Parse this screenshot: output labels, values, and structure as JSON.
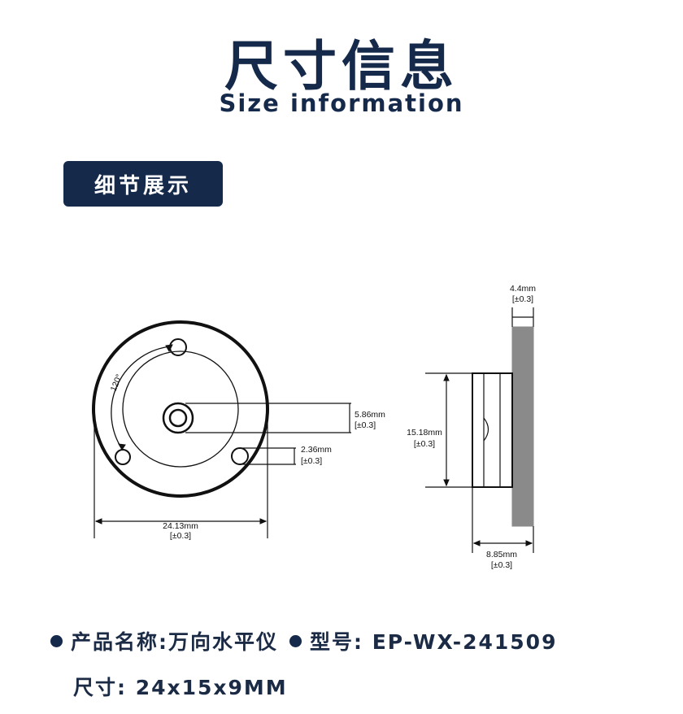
{
  "header": {
    "title_cn": "尺寸信息",
    "title_en": "Size information"
  },
  "badge": {
    "label": "细节展示"
  },
  "front_view": {
    "angle_label": "120°",
    "dim_center_hole": {
      "value": "5.86mm",
      "tol": "[±0.3]"
    },
    "dim_slot": {
      "value": "2.36mm",
      "tol": "[±0.3]"
    },
    "dim_diameter": {
      "value": "24.13mm",
      "tol": "[±0.3]"
    }
  },
  "side_view": {
    "dim_top": {
      "value": "4.4mm",
      "tol": "[±0.3]"
    },
    "dim_height": {
      "value": "15.18mm",
      "tol": "[±0.3]"
    },
    "dim_bottom": {
      "value": "8.85mm",
      "tol": "[±0.3]"
    }
  },
  "specs": {
    "name_label": "产品名称:万向水平仪",
    "model_label": "型号: EP-WX-241509",
    "size_label": "尺寸: 24x15x9MM"
  },
  "colors": {
    "brand": "#15294a",
    "panel": "#8a8a8a"
  }
}
